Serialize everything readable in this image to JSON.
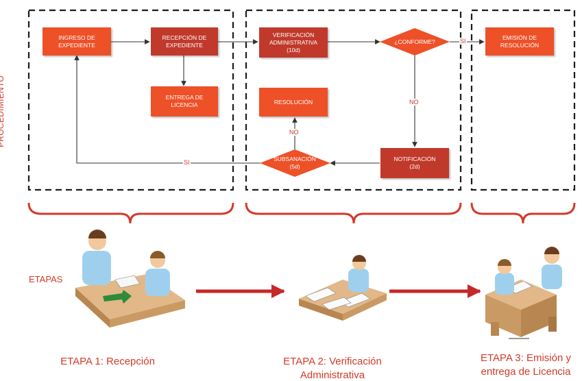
{
  "side_label": "PROCEDIMIENTO",
  "etapas_label": "ETAPAS",
  "nodes": {
    "ingreso": "INGRESO DE\nEXPEDIENTE",
    "recepcion": "RECEPCIÓN DE\nEXPEDIENTE",
    "entrega": "ENTREGA DE\nLICENCIA",
    "verificacion": "VERIFICACIÓN\nADMINISTRATIVA\n(10d)",
    "conforme": "¿CONFORME?",
    "emision": "EMISIÓN DE\nRESOLUCIÓN",
    "resolucion": "RESOLUCIÓN",
    "subsanacion": "SUBSANACIÓN\n(5d)",
    "notificacion": "NOTIFICACIÓN\n(2d)"
  },
  "edge_labels": {
    "conforme_si": "SI",
    "conforme_no": "NO",
    "subsanacion_no": "NO",
    "subsanacion_si": "SI"
  },
  "stages": [
    {
      "caption": "ETAPA 1: Recepción"
    },
    {
      "caption": "ETAPA 2: Verificación\nAdministrativa"
    },
    {
      "caption": "ETAPA 3: Emisión y\nentrega de Licencia"
    }
  ],
  "colors": {
    "box_orange": "#ee5027",
    "box_dark_red": "#c0392b",
    "bracket": "#d23a2a",
    "stage_arrow": "#c62828",
    "dashed_border": "#1a1a1a"
  }
}
